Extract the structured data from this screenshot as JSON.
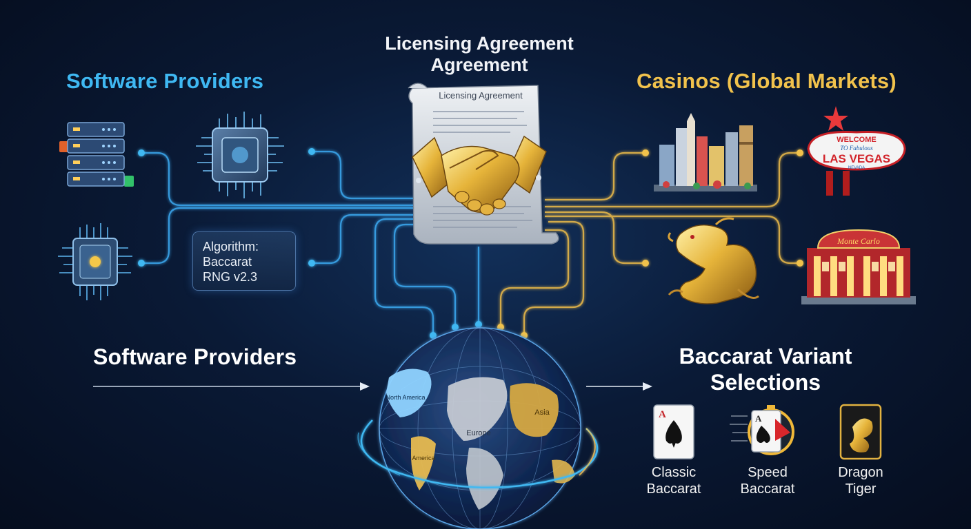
{
  "header": {
    "licensing_title_line1": "Licensing Agreement",
    "licensing_title_line2": "Agreement"
  },
  "document": {
    "title": "Licensing Agreement"
  },
  "left": {
    "title": "Software Providers",
    "algorithm": {
      "line1": "Algorithm:",
      "line2": "Baccarat",
      "line3": "RNG v2.3"
    }
  },
  "right": {
    "title": "Casinos (Global Markets)",
    "vegas_sign": {
      "line1": "WELCOME",
      "line2": "TO Fabulous",
      "line3": "LAS VEGAS",
      "line4": "NEVADA"
    },
    "casino_sign": "Monte Carlo"
  },
  "globe": {
    "title": "Software Providers",
    "regions": {
      "north_america": "North America",
      "europe": "Europe",
      "asia": "Asia",
      "south_america": "America"
    }
  },
  "variants": {
    "title_line1": "Baccarat Variant",
    "title_line2": "Selections",
    "items": [
      {
        "line1": "Classic",
        "line2": "Baccarat",
        "card_rank": "A"
      },
      {
        "line1": "Speed",
        "line2": "Baccarat",
        "card_rank": "A"
      },
      {
        "line1": "Dragon",
        "line2": "Tiger",
        "card_rank": ""
      }
    ]
  },
  "colors": {
    "blue_accent": "#3fb8f2",
    "gold_accent": "#f1c24c",
    "background": "#0a1a36"
  },
  "icons": [
    "server-rack-icon",
    "chip-icon",
    "handshake-icon",
    "document-scroll-icon",
    "city-skyline-icon",
    "las-vegas-sign-icon",
    "golden-dragon-icon",
    "casino-building-icon",
    "globe-icon",
    "playing-card-icon",
    "stopwatch-icon",
    "dragon-card-icon",
    "arrow-right-icon"
  ]
}
